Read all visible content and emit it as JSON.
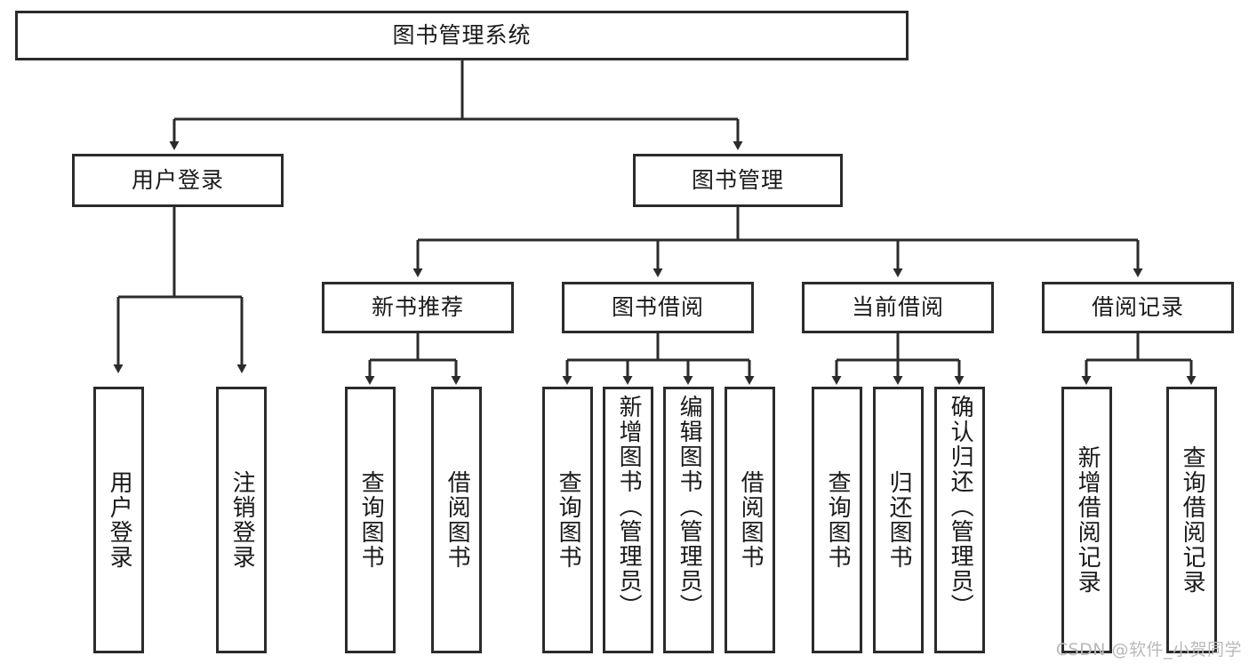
{
  "diagram": {
    "title": "图书管理系统",
    "watermark": "CSDN @软件_小贺同学",
    "levels": {
      "root": {
        "label": "图书管理系统"
      },
      "level2": [
        {
          "label": "用户登录"
        },
        {
          "label": "图书管理"
        }
      ],
      "level3": [
        {
          "label": "新书推荐"
        },
        {
          "label": "图书借阅"
        },
        {
          "label": "当前借阅"
        },
        {
          "label": "借阅记录"
        }
      ],
      "leaves": {
        "user_login": [
          {
            "label": "用户登录"
          },
          {
            "label": "注销登录"
          }
        ],
        "new_book_recommend": [
          {
            "label": "查询图书"
          },
          {
            "label": "借阅图书"
          }
        ],
        "book_borrow": [
          {
            "label": "查询图书"
          },
          {
            "label": "新增图书（管理员）"
          },
          {
            "label": "编辑图书（管理员）"
          },
          {
            "label": "借阅图书"
          }
        ],
        "current_borrow": [
          {
            "label": "查询图书"
          },
          {
            "label": "归还图书"
          },
          {
            "label": "确认归还（管理员）"
          }
        ],
        "borrow_records": [
          {
            "label": "新增借阅记录"
          },
          {
            "label": "查询借阅记录"
          }
        ]
      }
    },
    "colors": {
      "border": "#2b2b2b",
      "fill": "#ffffff",
      "text": "#1a1a1a",
      "watermark": "#b9b9b9"
    }
  }
}
